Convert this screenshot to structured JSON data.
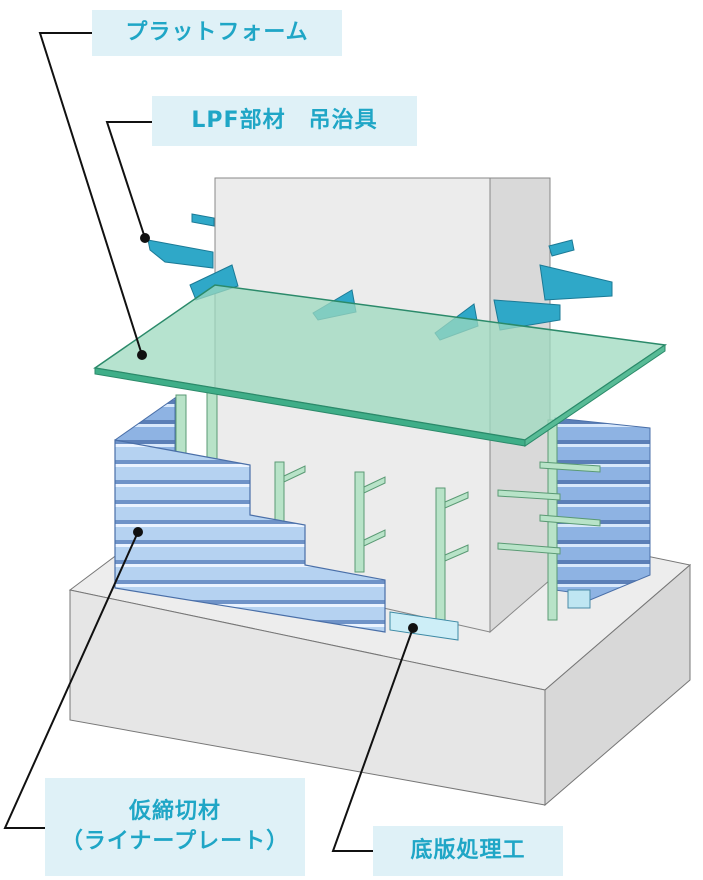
{
  "labels": {
    "platform": "プラットフォーム",
    "lpf_jig": "LPF部材　吊治具",
    "temp_shoring_1": "仮締切材",
    "temp_shoring_2": "（ライナープレート）",
    "base_treatment": "底版処理工"
  },
  "colors": {
    "label_text": "#1fa6c6",
    "label_bg": "#dff1f7",
    "concrete_top": "#ededed",
    "concrete_front": "#e4e4e4",
    "concrete_side": "#d6d6d6",
    "platform": "#9ed9bf",
    "bracket": "#2fa8c8",
    "liner_plate": "#a9c8ec",
    "steel_frame": "#b8e3c8",
    "leader_line": "#111111"
  }
}
